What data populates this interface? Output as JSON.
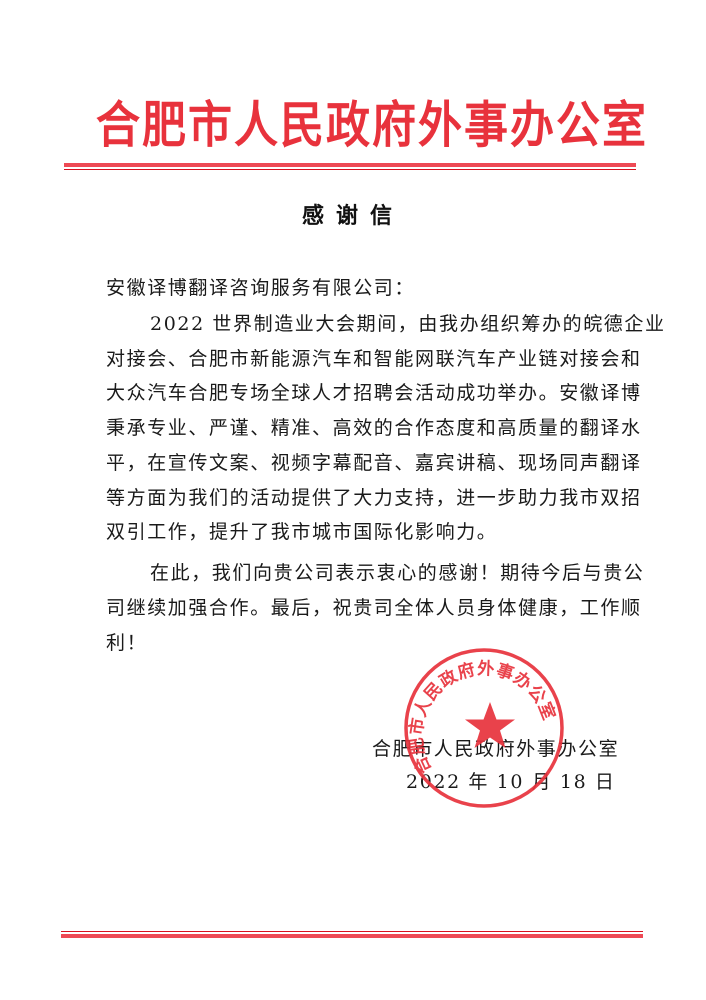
{
  "letterhead": {
    "org_name": "合肥市人民政府外事办公室",
    "color": "#e8323c"
  },
  "document": {
    "title": "感谢信",
    "salutation": "安徽译博翻译咨询服务有限公司：",
    "paragraphs": [
      {
        "lines": [
          "2022 世界制造业大会期间，由我办组织筹办的皖德企业",
          "对接会、合肥市新能源汽车和智能网联汽车产业链对接会和",
          "大众汽车合肥专场全球人才招聘会活动成功举办。安徽译博",
          "秉承专业、严谨、精准、高效的合作态度和高质量的翻译水",
          "平，在宣传文案、视频字幕配音、嘉宾讲稿、现场同声翻译",
          "等方面为我们的活动提供了大力支持，进一步助力我市双招",
          "双引工作，提升了我市城市国际化影响力。"
        ]
      },
      {
        "lines": [
          "在此，我们向贵公司表示衷心的感谢！期待今后与贵公",
          "司继续加强合作。最后，祝贵司全体人员身体健康，工作顺",
          "利！"
        ]
      }
    ],
    "signature": {
      "org": "合肥市人民政府外事办公室",
      "date": "2022 年 10 月 18 日"
    }
  },
  "seal": {
    "text": "合肥市人民政府外事办公室",
    "color": "#e8323c",
    "icon": "star-icon"
  }
}
